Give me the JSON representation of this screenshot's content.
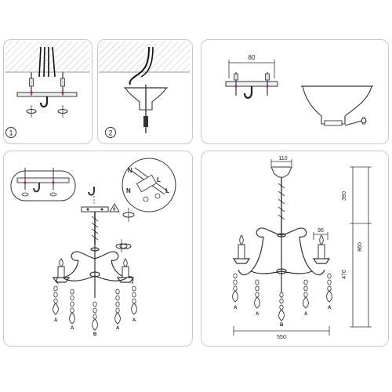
{
  "steps": [
    {
      "number": "1"
    },
    {
      "number": "2"
    }
  ],
  "wiring": {
    "terminal_n_top": "N",
    "terminal_n": "N",
    "terminal_l": "L"
  },
  "crystal_labels": {
    "a1": "A",
    "a2": "A",
    "b": "B",
    "a3": "A",
    "a4": "A",
    "d_a1": "A",
    "d_a2": "A",
    "d_b": "B",
    "d_a3": "A",
    "d_a4": "A"
  },
  "dimensions": {
    "bracket_width": "80",
    "canopy_width": "110",
    "height_upper": "390",
    "height_total": "860",
    "height_lower": "470",
    "cup_width": "95",
    "total_width": "550"
  }
}
